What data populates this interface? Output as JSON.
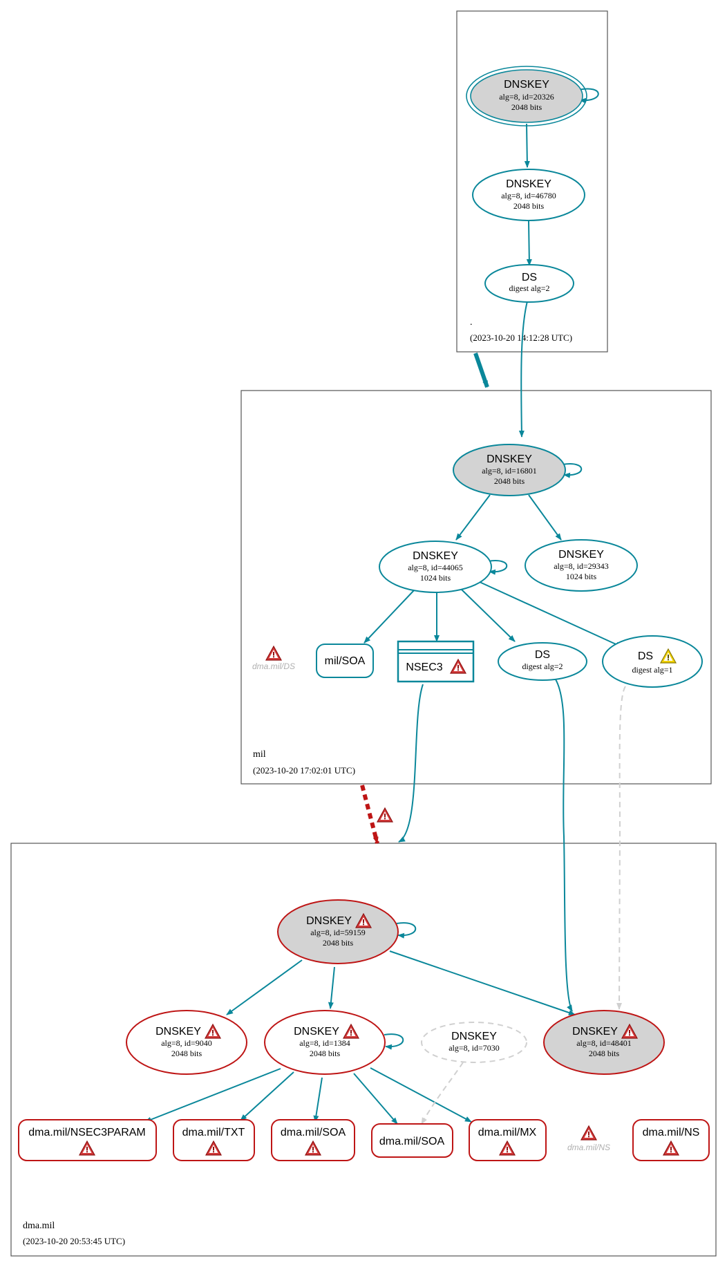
{
  "zones": {
    "root": {
      "name": ".",
      "timestamp": "(2023-10-20 14:12:28 UTC)"
    },
    "mil": {
      "name": "mil",
      "timestamp": "(2023-10-20 17:02:01 UTC)"
    },
    "dma": {
      "name": "dma.mil",
      "timestamp": "(2023-10-20 20:53:45 UTC)"
    }
  },
  "nodes": {
    "root_ksk": {
      "title": "DNSKEY",
      "line1": "alg=8, id=20326",
      "line2": "2048 bits"
    },
    "root_zsk": {
      "title": "DNSKEY",
      "line1": "alg=8, id=46780",
      "line2": "2048 bits"
    },
    "root_ds": {
      "title": "DS",
      "line1": "digest alg=2"
    },
    "mil_ksk": {
      "title": "DNSKEY",
      "line1": "alg=8, id=16801",
      "line2": "2048 bits"
    },
    "mil_zsk": {
      "title": "DNSKEY",
      "line1": "alg=8, id=44065",
      "line2": "1024 bits"
    },
    "mil_zsk2": {
      "title": "DNSKEY",
      "line1": "alg=8, id=29343",
      "line2": "1024 bits"
    },
    "mil_ds_missing": {
      "label": "dma.mil/DS"
    },
    "mil_soa": {
      "label": "mil/SOA"
    },
    "mil_nsec3": {
      "label": "NSEC3"
    },
    "mil_ds2": {
      "title": "DS",
      "line1": "digest alg=2"
    },
    "mil_ds1": {
      "title": "DS",
      "line1": "digest alg=1"
    },
    "dma_ksk": {
      "title": "DNSKEY",
      "line1": "alg=8, id=59159",
      "line2": "2048 bits"
    },
    "dma_k9040": {
      "title": "DNSKEY",
      "line1": "alg=8, id=9040",
      "line2": "2048 bits"
    },
    "dma_k1384": {
      "title": "DNSKEY",
      "line1": "alg=8, id=1384",
      "line2": "2048 bits"
    },
    "dma_k7030": {
      "title": "DNSKEY",
      "line1": "alg=8, id=7030"
    },
    "dma_k48401": {
      "title": "DNSKEY",
      "line1": "alg=8, id=48401",
      "line2": "2048 bits"
    },
    "rr_nsec3param": {
      "label": "dma.mil/NSEC3PARAM"
    },
    "rr_txt": {
      "label": "dma.mil/TXT"
    },
    "rr_soa1": {
      "label": "dma.mil/SOA"
    },
    "rr_soa2": {
      "label": "dma.mil/SOA"
    },
    "rr_mx": {
      "label": "dma.mil/MX"
    },
    "rr_ns_missing": {
      "label": "dma.mil/NS"
    },
    "rr_ns": {
      "label": "dma.mil/NS"
    }
  },
  "colors": {
    "secure": "#0a879a",
    "bogus": "#be1515",
    "insecure_dashed": "#d0d0d0",
    "key_fill": "#d3d3d3",
    "zone_border": "#555555",
    "warning_icon": "#d33a3a",
    "caution_icon": "#f2d200",
    "missing_text": "#b0b0b0"
  },
  "icons": [
    "error-icon",
    "warning-icon"
  ]
}
